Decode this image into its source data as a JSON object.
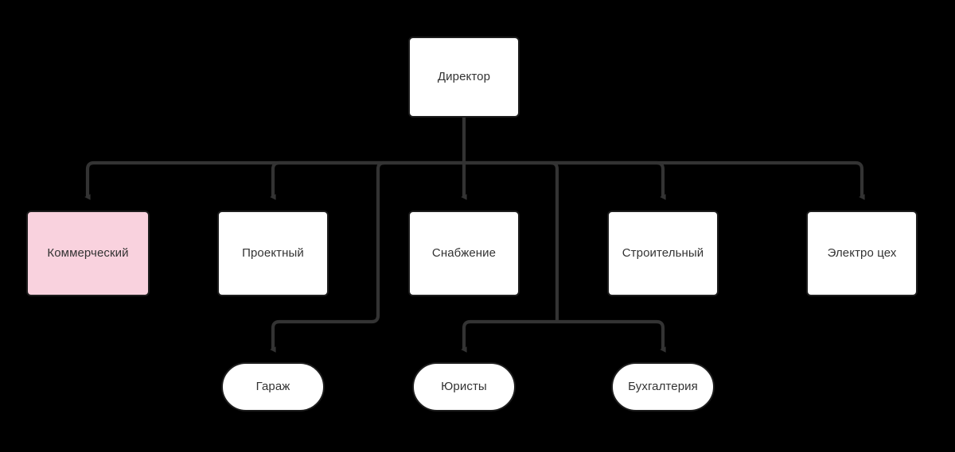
{
  "diagram": {
    "title": "Organizational structure chart",
    "background_color": "#000000",
    "edge_color": "#333333",
    "node_border_color": "#1d1d1d",
    "node_fill_default": "#ffffff",
    "node_fill_highlight": "#f9d2de",
    "node_text_color": "#333333"
  },
  "nodes": {
    "director": {
      "label": "Директор",
      "shape": "rect",
      "fill": "#ffffff"
    },
    "commercial": {
      "label": "Коммерческий",
      "shape": "rect",
      "fill": "#f9d2de"
    },
    "design": {
      "label": "Проектный",
      "shape": "rect",
      "fill": "#ffffff"
    },
    "supply": {
      "label": "Снабжение",
      "shape": "rect",
      "fill": "#ffffff"
    },
    "construction": {
      "label": "Строительный",
      "shape": "rect",
      "fill": "#ffffff"
    },
    "electro": {
      "label": "Электро цех",
      "shape": "rect",
      "fill": "#ffffff"
    },
    "garage": {
      "label": "Гараж",
      "shape": "stadium",
      "fill": "#ffffff"
    },
    "lawyers": {
      "label": "Юристы",
      "shape": "stadium",
      "fill": "#ffffff"
    },
    "accounting": {
      "label": "Бухгалтерия",
      "shape": "stadium",
      "fill": "#ffffff"
    }
  },
  "edges": [
    {
      "from": "director",
      "to": "commercial"
    },
    {
      "from": "director",
      "to": "design"
    },
    {
      "from": "director",
      "to": "supply"
    },
    {
      "from": "director",
      "to": "construction"
    },
    {
      "from": "director",
      "to": "electro"
    },
    {
      "from": "director",
      "to": "garage"
    },
    {
      "from": "director",
      "to": "lawyers"
    },
    {
      "from": "director",
      "to": "accounting"
    }
  ]
}
